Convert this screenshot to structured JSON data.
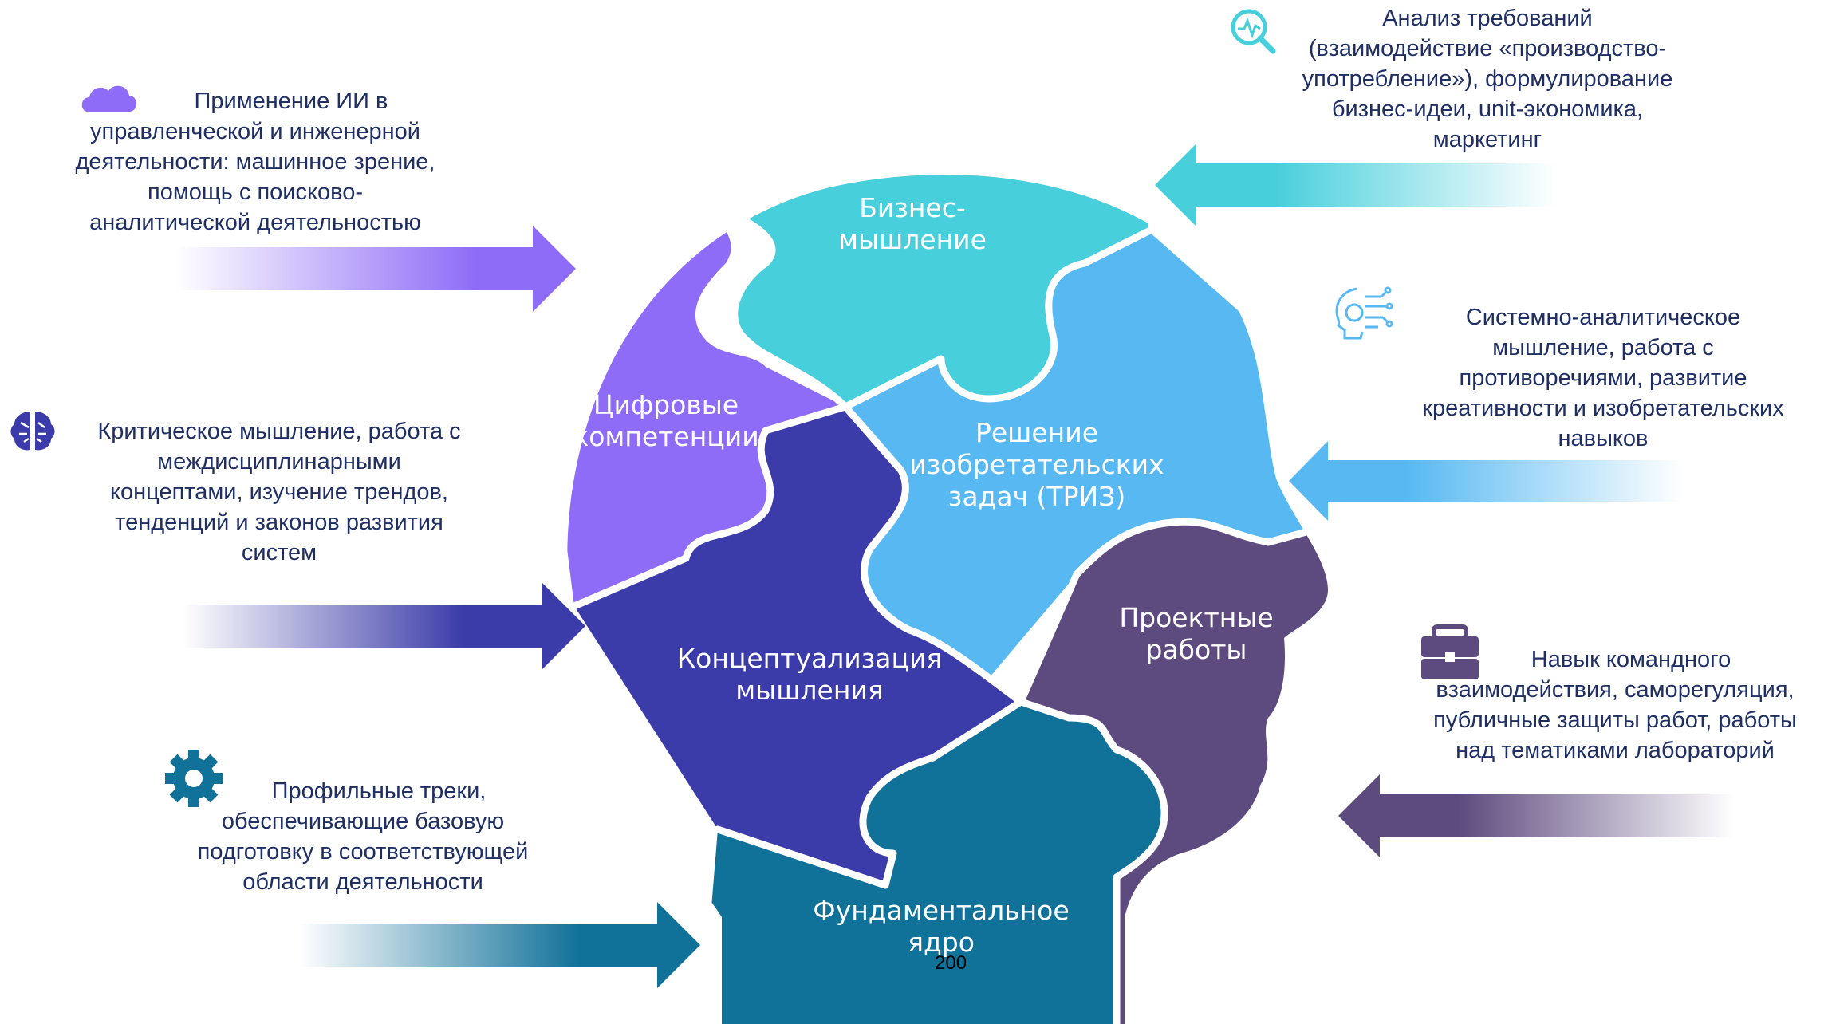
{
  "pieces": {
    "business": {
      "lines": [
        "Бизнес-",
        "мышление"
      ],
      "color": "#48cfdc"
    },
    "digital": {
      "lines": [
        "Цифровые",
        "компетенции"
      ],
      "color": "#8e6cf7"
    },
    "triz": {
      "lines": [
        "Решение",
        "изобретательских",
        "задач (ТРИЗ)"
      ],
      "color": "#58b9f2"
    },
    "concept": {
      "lines": [
        "Концептуализация",
        "мышления"
      ],
      "color": "#3b3ba9"
    },
    "projects": {
      "lines": [
        "Проектные",
        "работы"
      ],
      "color": "#5d4a7e"
    },
    "core": {
      "lines": [
        "Фундаментальное",
        "ядро"
      ],
      "color": "#107199"
    }
  },
  "captions": {
    "ai": {
      "lines": [
        "Применение ИИ в",
        "управленческой  и инженерной",
        "деятельности: машинное зрение,",
        "помощь с поисково-",
        "аналитической деятельностью"
      ],
      "icon": "cloud-icon"
    },
    "critical": {
      "lines": [
        "Критическое мышление, работа  с",
        "междисциплинарными",
        "концептами, изучение трендов,",
        "тенденций и законов развития",
        "систем"
      ],
      "icon": "brain-icon"
    },
    "tracks": {
      "lines": [
        "Профильные треки,",
        "обеспечивающие  базовую",
        "подготовку в соответствующей",
        "области деятельности"
      ],
      "icon": "gear-icon"
    },
    "requirements": {
      "lines": [
        "Анализ требований",
        "(взаимодействие «производство-",
        "употребление»), формулирование",
        "бизнес-идеи, unit-экономика,",
        "маркетинг"
      ],
      "icon": "magnifier-pulse-icon"
    },
    "systems": {
      "lines": [
        "Системно-аналитическое",
        "мышление, работа  с",
        "противоречиями,  развитие",
        "креативности  и изобретательских",
        "навыков"
      ],
      "icon": "circuit-head-icon"
    },
    "teamwork": {
      "lines": [
        "Навык командного",
        "взаимодействия,  саморегуляция,",
        "публичные защиты работ, работы",
        "над тематиками лабораторий"
      ],
      "icon": "briefcase-icon"
    }
  },
  "arrow_colors": {
    "ai": "#8e6cf7",
    "critical": "#3b3ba9",
    "tracks": "#107199",
    "requirements": "#48cfdc",
    "systems": "#58b9f2",
    "teamwork": "#5d4a7e"
  },
  "page_number": "200"
}
